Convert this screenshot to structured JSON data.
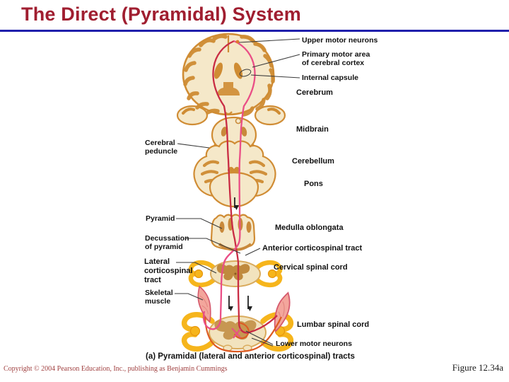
{
  "slide": {
    "title": "The Direct (Pyramidal) System",
    "caption": "(a) Pyramidal (lateral and anterior corticospinal) tracts",
    "footer": {
      "copyright": "Copyright © 2004 Pearson Education, Inc., publishing as Benjamin Cummings",
      "figure_number": "Figure 12.34a"
    }
  },
  "diagram": {
    "labels": {
      "upper_motor_neurons": "Upper motor neurons",
      "primary_motor_area": "Primary motor area\nof cerebral cortex",
      "internal_capsule": "Internal capsule",
      "cerebrum": "Cerebrum",
      "midbrain": "Midbrain",
      "cerebral_peduncle": "Cerebral\npeduncle",
      "cerebellum": "Cerebellum",
      "pons": "Pons",
      "pyramid": "Pyramid",
      "medulla_oblongata": "Medulla oblongata",
      "decussation_of_pyramid": "Decussation\nof pyramid",
      "anterior_corticospinal_tract": "Anterior corticospinal tract",
      "lateral_corticospinal_tract": "Lateral\ncorticospinal\ntract",
      "cervical_spinal_cord": "Cervical spinal cord",
      "skeletal_muscle": "Skeletal\nmuscle",
      "lumbar_spinal_cord": "Lumbar spinal cord",
      "lower_motor_neurons": "Lower motor neurons"
    },
    "colors": {
      "title_red": "#a01e30",
      "underline_blue": "#2020ac",
      "brain_cream": "#f5e8c9",
      "brain_outline": "#d08c34",
      "gyri_brown": "#cf8c33",
      "gray_matter_brown": "#c08a3e",
      "tract_pink": "#ea4e86",
      "tract_crimson": "#c92c44",
      "nerve_orange_red": "#dd5a22",
      "spinal_nerve_yellow": "#f6b51c",
      "muscle_salmon": "#f3a69c",
      "copyright_red": "#a04040"
    }
  }
}
